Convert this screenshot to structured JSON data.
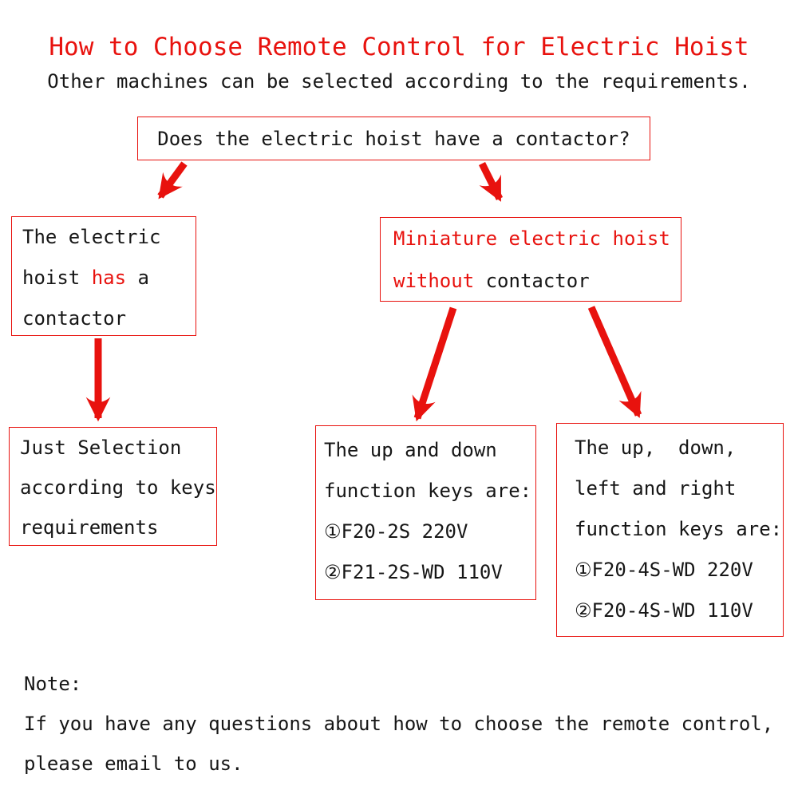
{
  "title": "How to Choose Remote Control for Electric Hoist",
  "subtitle": "Other machines can be selected according to the requirements.",
  "flow": {
    "question": "Does the electric hoist have a contactor?",
    "left_branch": {
      "line1": "The electric",
      "line2_pre": "hoist ",
      "line2_red": "has",
      "line2_post": " a",
      "line3": "contactor"
    },
    "right_branch": {
      "line1": "Miniature electric hoist",
      "line2_red": "without",
      "line2_post": " contactor"
    },
    "result_left": {
      "line1": "Just Selection",
      "line2": "according to keys",
      "line3": "requirements"
    },
    "result_mid": {
      "line1": "The up and down",
      "line2": "function keys are:",
      "line3": "①F20-2S 220V",
      "line4": "②F21-2S-WD 110V"
    },
    "result_right": {
      "line1": "The up,  down,",
      "line2": "left and right",
      "line3": "function keys are:",
      "line4": "①F20-4S-WD 220V",
      "line5": "②F20-4S-WD 110V"
    }
  },
  "note": {
    "label": "Note:",
    "line1": "If you have any questions about how to choose the remote control,",
    "line2": "please email to us."
  },
  "colors": {
    "accent_red": "#e8120e",
    "text_black": "#161616"
  }
}
